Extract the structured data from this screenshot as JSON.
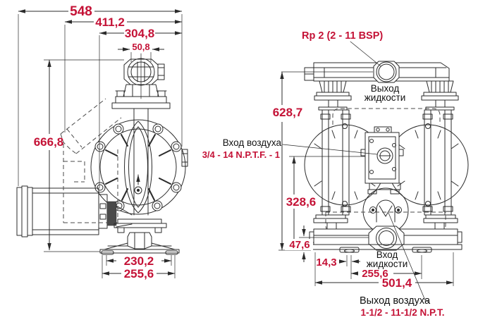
{
  "colors": {
    "dimension_red": "#c41236",
    "line": "#2b2b2b",
    "label_black": "#111111",
    "background": "#ffffff"
  },
  "left_view": {
    "dimensions": {
      "overall_width": "548",
      "muffler_width": "411,2",
      "body_width": "304,8",
      "port_width": "50,8",
      "overall_height": "666,8",
      "base_slot_spacing": "230,2",
      "base_width": "255,6"
    }
  },
  "right_view": {
    "annotations": {
      "top_port_thread": "Rp 2 (2 - 11 BSP)",
      "liquid_outlet_line1": "Выход",
      "liquid_outlet_line2": "жидкости",
      "air_inlet_label": "Вход воздуха",
      "air_inlet_thread": "3/4 - 14 N.P.T.F. - 1",
      "liquid_inlet_line1": "Вход",
      "liquid_inlet_line2": "жидкости",
      "air_outlet_label": "Выход воздуха",
      "air_outlet_thread": "1-1/2 - 11-1/2 N.P.T."
    },
    "dimensions": {
      "liquid_outlet_height": "628,7",
      "air_inlet_height": "328,6",
      "liquid_inlet_height": "47,6",
      "foot_offset": "14,3",
      "foot_spacing": "255,6",
      "base_width": "501,4"
    }
  }
}
